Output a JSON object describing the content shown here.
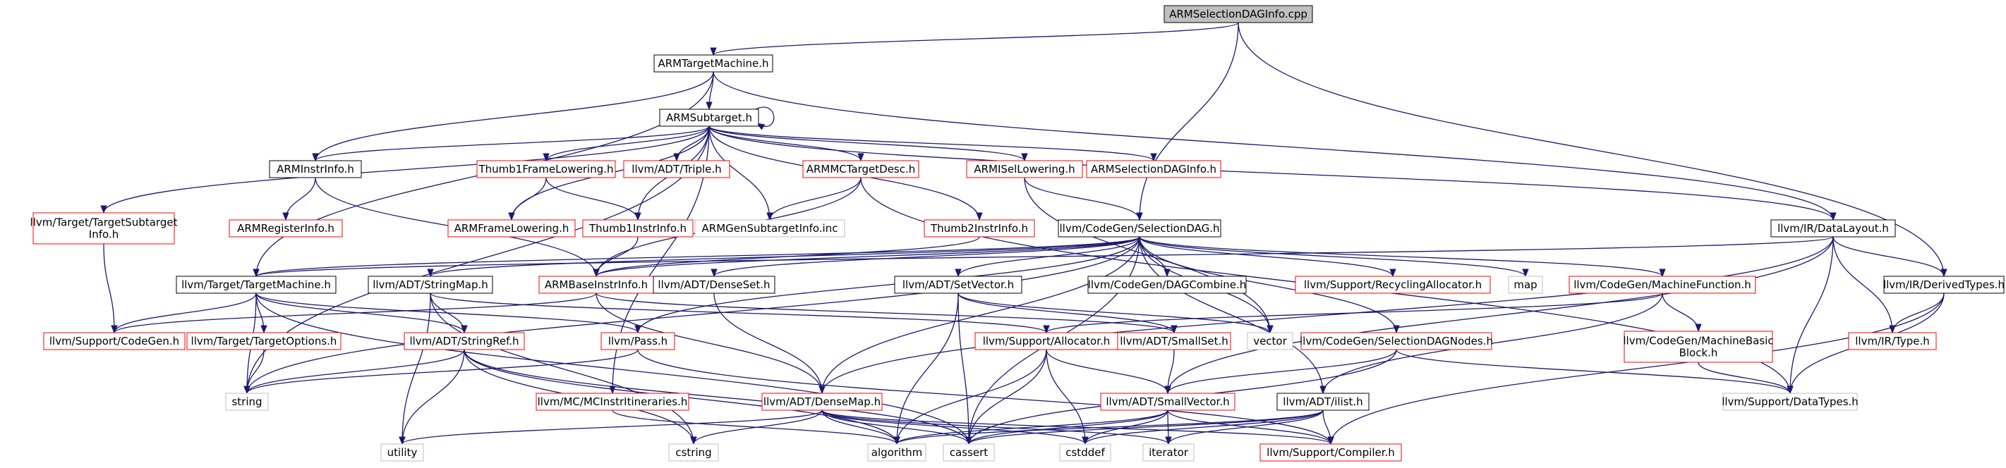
{
  "colors": {
    "edge": "#191970",
    "box_normal": "#000000",
    "box_red": "#ff0000",
    "box_gray": "#bfbfbf",
    "root_fill": "#bfbfbf",
    "text": "#000000"
  },
  "nodes": {
    "armselectiondaginfo_cpp": {
      "label": "ARMSelectionDAGInfo.cpp",
      "style": "root"
    },
    "armtargetmachine": {
      "label": "ARMTargetMachine.h",
      "style": "normal"
    },
    "armsubtarget": {
      "label": "ARMSubtarget.h",
      "style": "normal"
    },
    "arminstrinfo": {
      "label": "ARMInstrInfo.h",
      "style": "normal"
    },
    "thumb1framelowering": {
      "label": "Thumb1FrameLowering.h",
      "style": "red"
    },
    "adt_triple": {
      "label": "llvm/ADT/Triple.h",
      "style": "red"
    },
    "armmctargetdesc": {
      "label": "ARMMCTargetDesc.h",
      "style": "red"
    },
    "armisellowering": {
      "label": "ARMISelLowering.h",
      "style": "red"
    },
    "armselectiondaginfo_h": {
      "label": "ARMSelectionDAGInfo.h",
      "style": "red"
    },
    "target_targetsubtargetinfo": {
      "label": "llvm/Target/TargetSubtarget\nInfo.h",
      "style": "red"
    },
    "armregisterinfo": {
      "label": "ARMRegisterInfo.h",
      "style": "red"
    },
    "armframelowering": {
      "label": "ARMFrameLowering.h",
      "style": "red"
    },
    "thumb1instrinfo": {
      "label": "Thumb1InstrInfo.h",
      "style": "red"
    },
    "armgensubtargetinfo": {
      "label": "ARMGenSubtargetInfo.inc",
      "style": "gray"
    },
    "thumb2instrinfo": {
      "label": "Thumb2InstrInfo.h",
      "style": "red"
    },
    "codegen_selectiondag": {
      "label": "llvm/CodeGen/SelectionDAG.h",
      "style": "normal"
    },
    "ir_datalayout": {
      "label": "llvm/IR/DataLayout.h",
      "style": "normal"
    },
    "target_targetmachine": {
      "label": "llvm/Target/TargetMachine.h",
      "style": "normal"
    },
    "adt_stringmap": {
      "label": "llvm/ADT/StringMap.h",
      "style": "normal"
    },
    "armbaseinstrinfo": {
      "label": "ARMBaseInstrInfo.h",
      "style": "red"
    },
    "adt_densesetmap": {
      "label": "llvm/ADT/DenseSet.h",
      "style": "normal"
    },
    "adt_setvector": {
      "label": "llvm/ADT/SetVector.h",
      "style": "normal"
    },
    "codegen_dagcombine": {
      "label": "llvm/CodeGen/DAGCombine.h",
      "style": "normal"
    },
    "support_recyclingallocator": {
      "label": "llvm/Support/RecyclingAllocator.h",
      "style": "red"
    },
    "map": {
      "label": "map",
      "style": "gray"
    },
    "codegen_machinefunction": {
      "label": "llvm/CodeGen/MachineFunction.h",
      "style": "red"
    },
    "ir_derivedtypes": {
      "label": "llvm/IR/DerivedTypes.h",
      "style": "normal"
    },
    "support_codegen": {
      "label": "llvm/Support/CodeGen.h",
      "style": "red"
    },
    "target_targetoptions": {
      "label": "llvm/Target/TargetOptions.h",
      "style": "red"
    },
    "adt_stringref": {
      "label": "llvm/ADT/StringRef.h",
      "style": "red"
    },
    "pass": {
      "label": "llvm/Pass.h",
      "style": "red"
    },
    "support_allocator": {
      "label": "llvm/Support/Allocator.h",
      "style": "red"
    },
    "adt_smallset": {
      "label": "llvm/ADT/SmallSet.h",
      "style": "red"
    },
    "vector": {
      "label": "vector",
      "style": "gray"
    },
    "codegen_selectiondagnodes": {
      "label": "llvm/CodeGen/SelectionDAGNodes.h",
      "style": "red"
    },
    "codegen_machinebasicblock": {
      "label": "llvm/CodeGen/MachineBasic\nBlock.h",
      "style": "red"
    },
    "ir_type": {
      "label": "llvm/IR/Type.h",
      "style": "red"
    },
    "string": {
      "label": "string",
      "style": "gray"
    },
    "mc_mcinstritineraries": {
      "label": "llvm/MC/MCInstrItineraries.h",
      "style": "red"
    },
    "adt_densemap": {
      "label": "llvm/ADT/DenseMap.h",
      "style": "red"
    },
    "adt_smallvector": {
      "label": "llvm/ADT/SmallVector.h",
      "style": "red"
    },
    "adt_ilist": {
      "label": "llvm/ADT/ilist.h",
      "style": "normal"
    },
    "support_datatypes": {
      "label": "llvm/Support/DataTypes.h",
      "style": "gray"
    },
    "utility": {
      "label": "utility",
      "style": "gray"
    },
    "cstring": {
      "label": "cstring",
      "style": "gray"
    },
    "algorithm": {
      "label": "algorithm",
      "style": "gray"
    },
    "cassert": {
      "label": "cassert",
      "style": "gray"
    },
    "cstddef": {
      "label": "cstddef",
      "style": "gray"
    },
    "iterator": {
      "label": "iterator",
      "style": "gray"
    },
    "support_compiler": {
      "label": "llvm/Support/Compiler.h",
      "style": "red"
    }
  },
  "edges": [
    [
      "armselectiondaginfo_cpp",
      "armtargetmachine"
    ],
    [
      "armselectiondaginfo_cpp",
      "codegen_selectiondag"
    ],
    [
      "armselectiondaginfo_cpp",
      "ir_derivedtypes"
    ],
    [
      "armtargetmachine",
      "armsubtarget"
    ],
    [
      "armtargetmachine",
      "arminstrinfo"
    ],
    [
      "armtargetmachine",
      "target_targetmachine"
    ],
    [
      "armtargetmachine",
      "ir_datalayout"
    ],
    [
      "armsubtarget",
      "armsubtarget"
    ],
    [
      "armsubtarget",
      "arminstrinfo"
    ],
    [
      "armsubtarget",
      "thumb1framelowering"
    ],
    [
      "armsubtarget",
      "adt_triple"
    ],
    [
      "armsubtarget",
      "armmctargetdesc"
    ],
    [
      "armsubtarget",
      "armisellowering"
    ],
    [
      "armsubtarget",
      "armselectiondaginfo_h"
    ],
    [
      "armsubtarget",
      "target_targetsubtargetinfo"
    ],
    [
      "armsubtarget",
      "armframelowering"
    ],
    [
      "armsubtarget",
      "thumb1instrinfo"
    ],
    [
      "armsubtarget",
      "armgensubtargetinfo"
    ],
    [
      "armsubtarget",
      "thumb2instrinfo"
    ],
    [
      "armsubtarget",
      "ir_datalayout"
    ],
    [
      "armsubtarget",
      "string"
    ],
    [
      "armsubtarget",
      "mc_mcinstritineraries"
    ],
    [
      "arminstrinfo",
      "armregisterinfo"
    ],
    [
      "arminstrinfo",
      "armbaseinstrinfo"
    ],
    [
      "thumb1framelowering",
      "armframelowering"
    ],
    [
      "thumb1framelowering",
      "thumb1instrinfo"
    ],
    [
      "armmctargetdesc",
      "armgensubtargetinfo"
    ],
    [
      "armmctargetdesc",
      "support_datatypes"
    ],
    [
      "armmctargetdesc",
      "armbaseinstrinfo"
    ],
    [
      "armisellowering",
      "codegen_selectiondag"
    ],
    [
      "armisellowering",
      "vector"
    ],
    [
      "target_targetsubtargetinfo",
      "support_codegen"
    ],
    [
      "thumb1instrinfo",
      "armbaseinstrinfo"
    ],
    [
      "thumb2instrinfo",
      "armbaseinstrinfo"
    ],
    [
      "codegen_selectiondag",
      "armbaseinstrinfo"
    ],
    [
      "codegen_selectiondag",
      "adt_stringmap"
    ],
    [
      "codegen_selectiondag",
      "adt_densesetmap"
    ],
    [
      "codegen_selectiondag",
      "adt_setvector"
    ],
    [
      "codegen_selectiondag",
      "codegen_dagcombine"
    ],
    [
      "codegen_selectiondag",
      "support_recyclingallocator"
    ],
    [
      "codegen_selectiondag",
      "map"
    ],
    [
      "codegen_selectiondag",
      "codegen_machinefunction"
    ],
    [
      "codegen_selectiondag",
      "codegen_selectiondagnodes"
    ],
    [
      "codegen_selectiondag",
      "adt_ilist"
    ],
    [
      "codegen_selectiondag",
      "vector"
    ],
    [
      "codegen_selectiondag",
      "cassert"
    ],
    [
      "codegen_selectiondag",
      "string"
    ],
    [
      "codegen_selectiondag",
      "pass"
    ],
    [
      "codegen_selectiondag",
      "adt_densemap"
    ],
    [
      "codegen_selectiondag",
      "target_targetmachine"
    ],
    [
      "ir_datalayout",
      "ir_derivedtypes"
    ],
    [
      "ir_datalayout",
      "ir_type"
    ],
    [
      "ir_datalayout",
      "support_datatypes"
    ],
    [
      "ir_datalayout",
      "adt_densemap"
    ],
    [
      "ir_datalayout",
      "adt_smallvector"
    ],
    [
      "ir_datalayout",
      "target_targetmachine"
    ],
    [
      "ir_derivedtypes",
      "ir_type"
    ],
    [
      "ir_derivedtypes",
      "support_datatypes"
    ],
    [
      "ir_derivedtypes",
      "support_compiler"
    ],
    [
      "target_targetmachine",
      "support_codegen"
    ],
    [
      "target_targetmachine",
      "target_targetoptions"
    ],
    [
      "target_targetmachine",
      "adt_stringref"
    ],
    [
      "target_targetmachine",
      "pass"
    ],
    [
      "target_targetmachine",
      "string"
    ],
    [
      "target_targetmachine",
      "cassert"
    ],
    [
      "target_targetoptions",
      "string"
    ],
    [
      "adt_stringmap",
      "adt_stringref"
    ],
    [
      "adt_stringmap",
      "support_allocator"
    ],
    [
      "adt_stringmap",
      "utility"
    ],
    [
      "adt_stringmap",
      "cstring"
    ],
    [
      "armbaseinstrinfo",
      "support_codegen"
    ],
    [
      "armbaseinstrinfo",
      "adt_smallset"
    ],
    [
      "armbaseinstrinfo",
      "adt_densemap"
    ],
    [
      "adt_densesetmap",
      "adt_densemap"
    ],
    [
      "adt_setvector",
      "adt_smallset"
    ],
    [
      "adt_setvector",
      "algorithm"
    ],
    [
      "adt_setvector",
      "cassert"
    ],
    [
      "adt_setvector",
      "vector"
    ],
    [
      "codegen_machinefunction",
      "support_allocator"
    ],
    [
      "codegen_machinefunction",
      "codegen_machinebasicblock"
    ],
    [
      "codegen_machinefunction",
      "adt_ilist"
    ],
    [
      "codegen_machinebasicblock",
      "support_datatypes"
    ],
    [
      "adt_stringref",
      "string"
    ],
    [
      "adt_stringref",
      "utility"
    ],
    [
      "adt_stringref",
      "cstring"
    ],
    [
      "adt_stringref",
      "algorithm"
    ],
    [
      "adt_stringref",
      "cassert"
    ],
    [
      "pass",
      "string"
    ],
    [
      "pass",
      "support_compiler"
    ],
    [
      "support_allocator",
      "adt_smallvector"
    ],
    [
      "support_allocator",
      "algorithm"
    ],
    [
      "support_allocator",
      "cassert"
    ],
    [
      "support_allocator",
      "cstddef"
    ],
    [
      "adt_smallset",
      "adt_smallvector"
    ],
    [
      "codegen_selectiondagnodes",
      "adt_smallvector"
    ],
    [
      "codegen_selectiondagnodes",
      "support_datatypes"
    ],
    [
      "codegen_selectiondagnodes",
      "cassert"
    ],
    [
      "mc_mcinstritineraries",
      "algorithm"
    ],
    [
      "adt_densemap",
      "utility"
    ],
    [
      "adt_densemap",
      "cstring"
    ],
    [
      "adt_densemap",
      "algorithm"
    ],
    [
      "adt_densemap",
      "cassert"
    ],
    [
      "adt_densemap",
      "cstddef"
    ],
    [
      "adt_densemap",
      "iterator"
    ],
    [
      "adt_densemap",
      "support_compiler"
    ],
    [
      "adt_smallvector",
      "algorithm"
    ],
    [
      "adt_smallvector",
      "cassert"
    ],
    [
      "adt_smallvector",
      "cstddef"
    ],
    [
      "adt_smallvector",
      "iterator"
    ],
    [
      "adt_smallvector",
      "support_compiler"
    ],
    [
      "adt_ilist",
      "cassert"
    ],
    [
      "adt_ilist",
      "cstddef"
    ],
    [
      "adt_ilist",
      "iterator"
    ],
    [
      "adt_ilist",
      "support_compiler"
    ],
    [
      "adt_ilist",
      "algorithm"
    ]
  ]
}
